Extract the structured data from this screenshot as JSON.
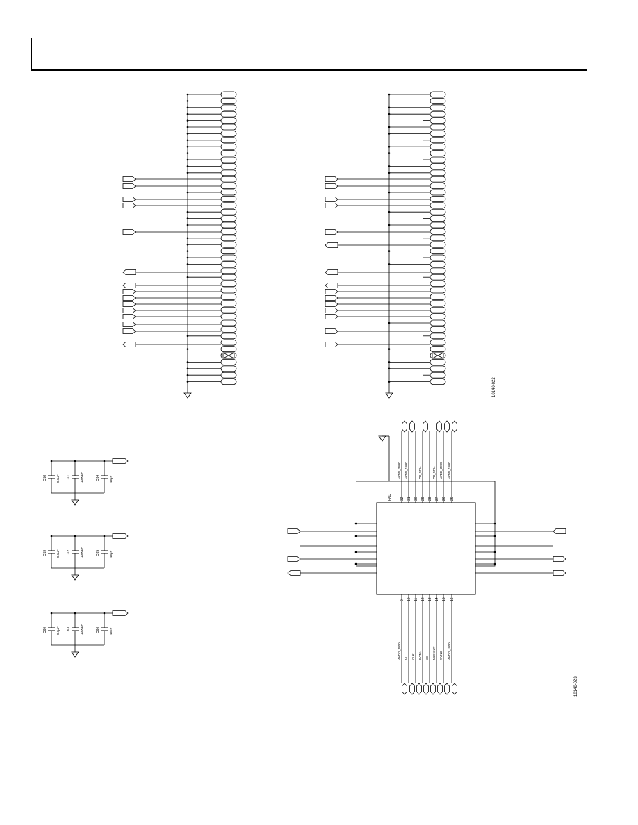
{
  "figures": {
    "connector_left_id": "10140-022",
    "qfn_figure_id": "10140-023"
  },
  "decoupling": [
    {
      "caps": [
        {
          "ref": "C58",
          "value": "0.1µF"
        },
        {
          "ref": "C61",
          "value": "1000pF"
        },
        {
          "ref": "C64",
          "value": "10pF"
        }
      ]
    },
    {
      "caps": [
        {
          "ref": "C59",
          "value": "0.1µF"
        },
        {
          "ref": "C62",
          "value": "1000pF"
        },
        {
          "ref": "C65",
          "value": "10pF"
        }
      ]
    },
    {
      "caps": [
        {
          "ref": "C60",
          "value": "0.1µF"
        },
        {
          "ref": "C63",
          "value": "1000pF"
        },
        {
          "ref": "C66",
          "value": "10pF"
        }
      ]
    }
  ],
  "qfn": {
    "pad_label": "PAD",
    "top_pins": [
      "32",
      "31",
      "30",
      "29",
      "28",
      "27",
      "26",
      "25"
    ],
    "bottom_pins": [
      "9",
      "10",
      "11",
      "12",
      "13",
      "14",
      "15",
      "16"
    ],
    "top_nets": [
      "AVDD_3800",
      "AVDD_1800",
      "",
      "VD_SPI4",
      "",
      "VD_SPI4",
      "AVDD_3800",
      "AVDD_1800"
    ],
    "bottom_nets": [
      "AVDD_3800",
      "VL",
      "CLK",
      "DATA",
      "CE",
      "MUXOUT",
      "SYNC",
      "AVDD_1800"
    ]
  }
}
